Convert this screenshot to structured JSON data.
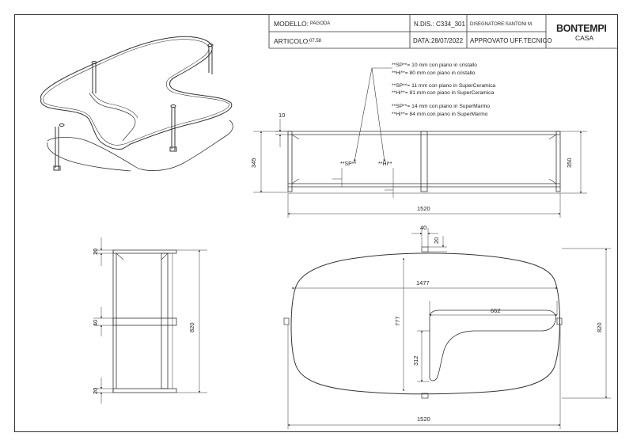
{
  "title_block": {
    "modello_label": "MODELLO:",
    "modello_value": "PAGODA",
    "ndis_label": "N.DIS.:",
    "ndis_value": "C334_301",
    "designer": "DISEGNATORE:SANTONI M.",
    "articolo_label": "ARTICOLO:",
    "articolo_value": "07.58",
    "data_label": "DATA:",
    "data_value": "28/07/2022",
    "approvato": "APPROVATO UFF.TECNICO",
    "brand": "BONTEMPI",
    "brand_sub": "CASA"
  },
  "notes": [
    "**SP**= 10 mm con piano in cristallo",
    "**Hi**= 80 mm con piano in cristallo",
    "**SP**= 11 mm con piano in SuperCeramica",
    "**Hi**= 81 mm con piano in SuperCeramica",
    "**SP**= 14 mm con piano in SuperMarmo",
    "**Hi**= 84 mm con piano in SuperMarmo"
  ],
  "front_view": {
    "dim_top": "10",
    "dim_left": "345",
    "dim_right": "350",
    "dim_bottom": "1520",
    "label_sp": "**SP**",
    "label_hi": "**Hi**"
  },
  "side_view": {
    "dim_top": "20",
    "dim_mid": "40",
    "dim_bottom": "20",
    "dim_height": "820"
  },
  "plan_view": {
    "dim_leg_w": "40",
    "dim_leg_d": "20",
    "dim_inner_w": "1477",
    "dim_inner_d": "777",
    "dim_shelf_w": "662",
    "dim_shelf_d": "312",
    "dim_depth": "820",
    "dim_width": "1520"
  }
}
